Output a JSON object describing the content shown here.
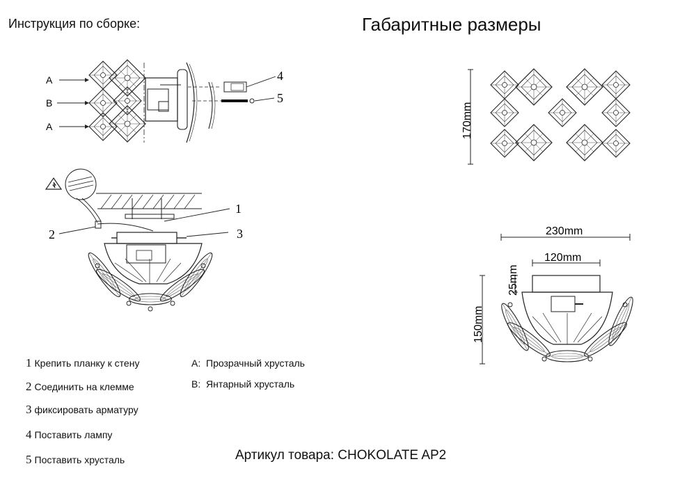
{
  "assembly_title": "Инструкция по сборке:",
  "dims_title": "Габаритные размеры",
  "article": "Артикул товара: CHOKOLATE  AP2",
  "labels": {
    "A": "A",
    "B": "B",
    "n1": "1",
    "n2": "2",
    "n3": "3",
    "n4": "4",
    "n5": "5"
  },
  "steps": [
    {
      "num": "1",
      "text": "Крепить планку к стену"
    },
    {
      "num": "2",
      "text": "Соединить на клемме"
    },
    {
      "num": "3",
      "text": "фиксировать арматуру"
    },
    {
      "num": "4",
      "text": "Поставить лампу"
    },
    {
      "num": "5",
      "text": "Поставить хрусталь"
    }
  ],
  "legend": [
    {
      "key": "A:",
      "text": "Прозрачный хрусталь"
    },
    {
      "key": "B:",
      "text": "Янтарный хрусталь"
    }
  ],
  "dimensions": {
    "height_front": "170mm",
    "width_total": "230mm",
    "width_base": "120mm",
    "depth_base": "25mm",
    "height_side": "150mm"
  }
}
